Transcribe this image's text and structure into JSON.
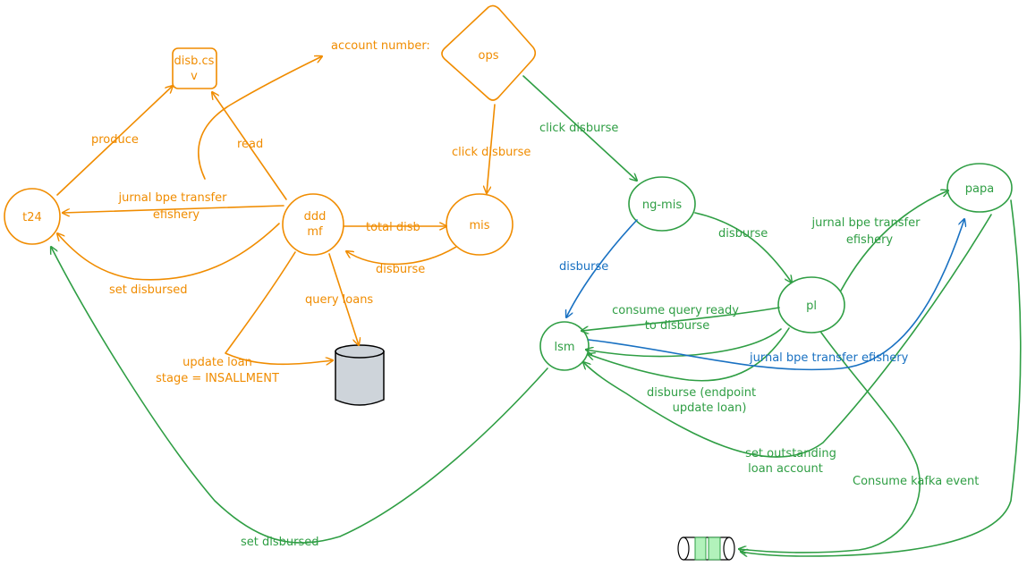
{
  "colors": {
    "orange": "#f08c00",
    "green": "#2f9e44",
    "blue": "#1971c2",
    "database_fill": "#ced4da"
  },
  "nodes": {
    "t24": "t24",
    "disb_csv_line1": "disb.cs",
    "disb_csv_line2": "v",
    "ddd_mf_line1": "ddd",
    "ddd_mf_line2": "mf",
    "mis": "mis",
    "ops": "ops",
    "ng_mis": "ng-mis",
    "pl": "pl",
    "lsm": "lsm",
    "papa": "papa"
  },
  "labels": {
    "account_number": "account number:",
    "produce": "produce",
    "read": "read",
    "jurnal_left_1": "jurnal bpe transfer",
    "jurnal_left_2": "efishery",
    "total_disb": "total disb",
    "disburse_mis": "disburse",
    "set_disbursed_left": "set disbursed",
    "query_loans": "query loans",
    "update_loan_1": "update loan",
    "update_loan_2": "stage = INSALLMENT",
    "click_disburse_mis": "click disburse",
    "click_disburse_ng": "click disburse",
    "disburse_blue": "disburse",
    "disburse_pl": "disburse",
    "jurnal_right_1": "jurnal bpe transfer",
    "jurnal_right_2": "efishery",
    "consume_query_1": "consume query ready",
    "consume_query_2": "to disburse",
    "jurnal_blue": "jurnal bpe transfer efishery",
    "disburse_endpoint_1": "disburse (endpoint",
    "disburse_endpoint_2": "update loan)",
    "set_outstanding_1": "set outstanding",
    "set_outstanding_2": "loan account",
    "consume_kafka": "Consume kafka event",
    "set_disbursed_bottom": "set disbursed"
  }
}
